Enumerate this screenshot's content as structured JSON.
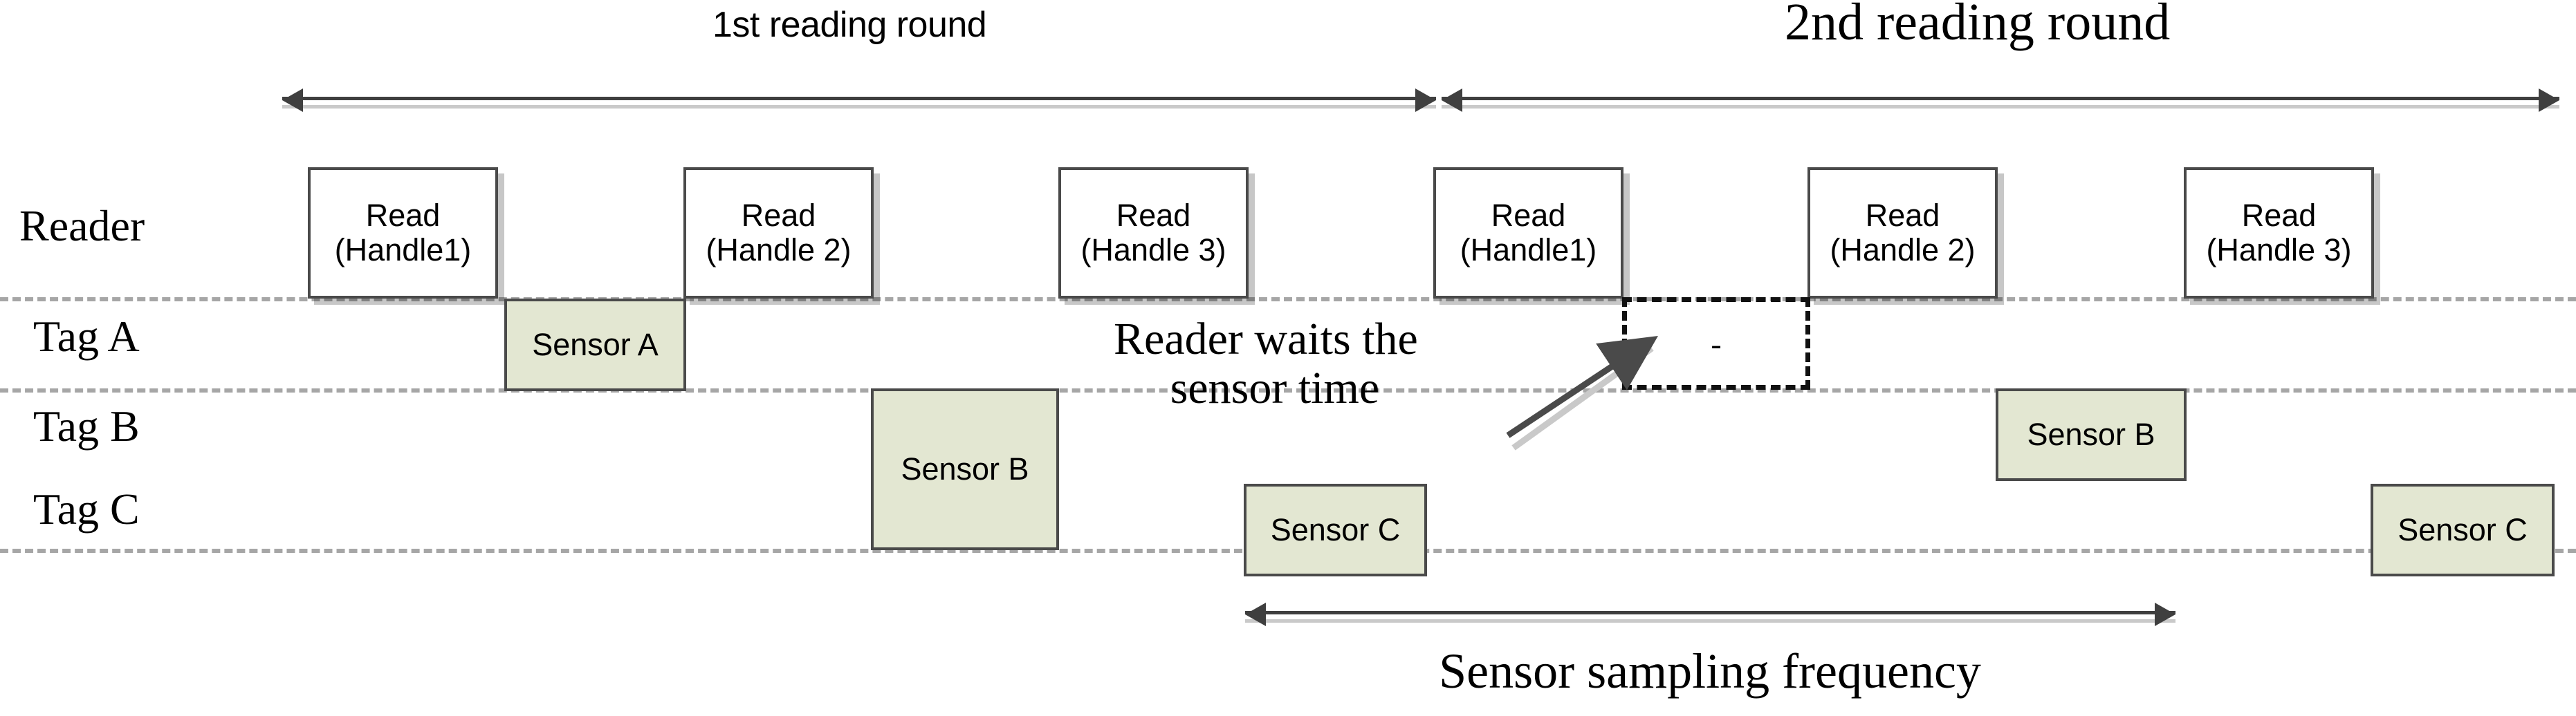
{
  "diagram": {
    "title_top_left": "1st reading round",
    "title_top_right": "2nd reading round",
    "bottom_caption": "Sensor sampling frequency",
    "annotation": {
      "line1": "Reader waits the",
      "line2": "sensor time"
    },
    "wait_box_text": "-",
    "colors": {
      "sensor_fill": "#e3e7d2",
      "box_stroke": "#4a4a4a",
      "lane_dash": "#a6a6a6",
      "arrow_dark": "#3f3f3f",
      "arrow_light": "#c9c9c9",
      "background": "#ffffff"
    }
  },
  "rows": [
    {
      "label": "Reader"
    },
    {
      "label": "Tag A"
    },
    {
      "label": "Tag B"
    },
    {
      "label": "Tag C"
    }
  ],
  "reader_blocks": [
    {
      "line1": "Read",
      "line2": "(Handle1)",
      "round": "1st"
    },
    {
      "line1": "Read",
      "line2": "(Handle 2)",
      "round": "1st"
    },
    {
      "line1": "Read",
      "line2": "(Handle 3)",
      "round": "1st"
    },
    {
      "line1": "Read",
      "line2": "(Handle1)",
      "round": "2nd"
    },
    {
      "line1": "Read",
      "line2": "(Handle 2)",
      "round": "2nd"
    },
    {
      "line1": "Read",
      "line2": "(Handle 3)",
      "round": "2nd"
    }
  ],
  "sensor_blocks": [
    {
      "label": "Sensor A",
      "row": "Tag A",
      "round": "1st"
    },
    {
      "label": "Sensor B",
      "row": "Tag B",
      "round": "1st"
    },
    {
      "label": "Sensor C",
      "row": "Tag C",
      "round": "1st"
    },
    {
      "label": "Sensor B",
      "row": "Tag B",
      "round": "2nd"
    },
    {
      "label": "Sensor C",
      "row": "Tag C",
      "round": "2nd"
    }
  ]
}
